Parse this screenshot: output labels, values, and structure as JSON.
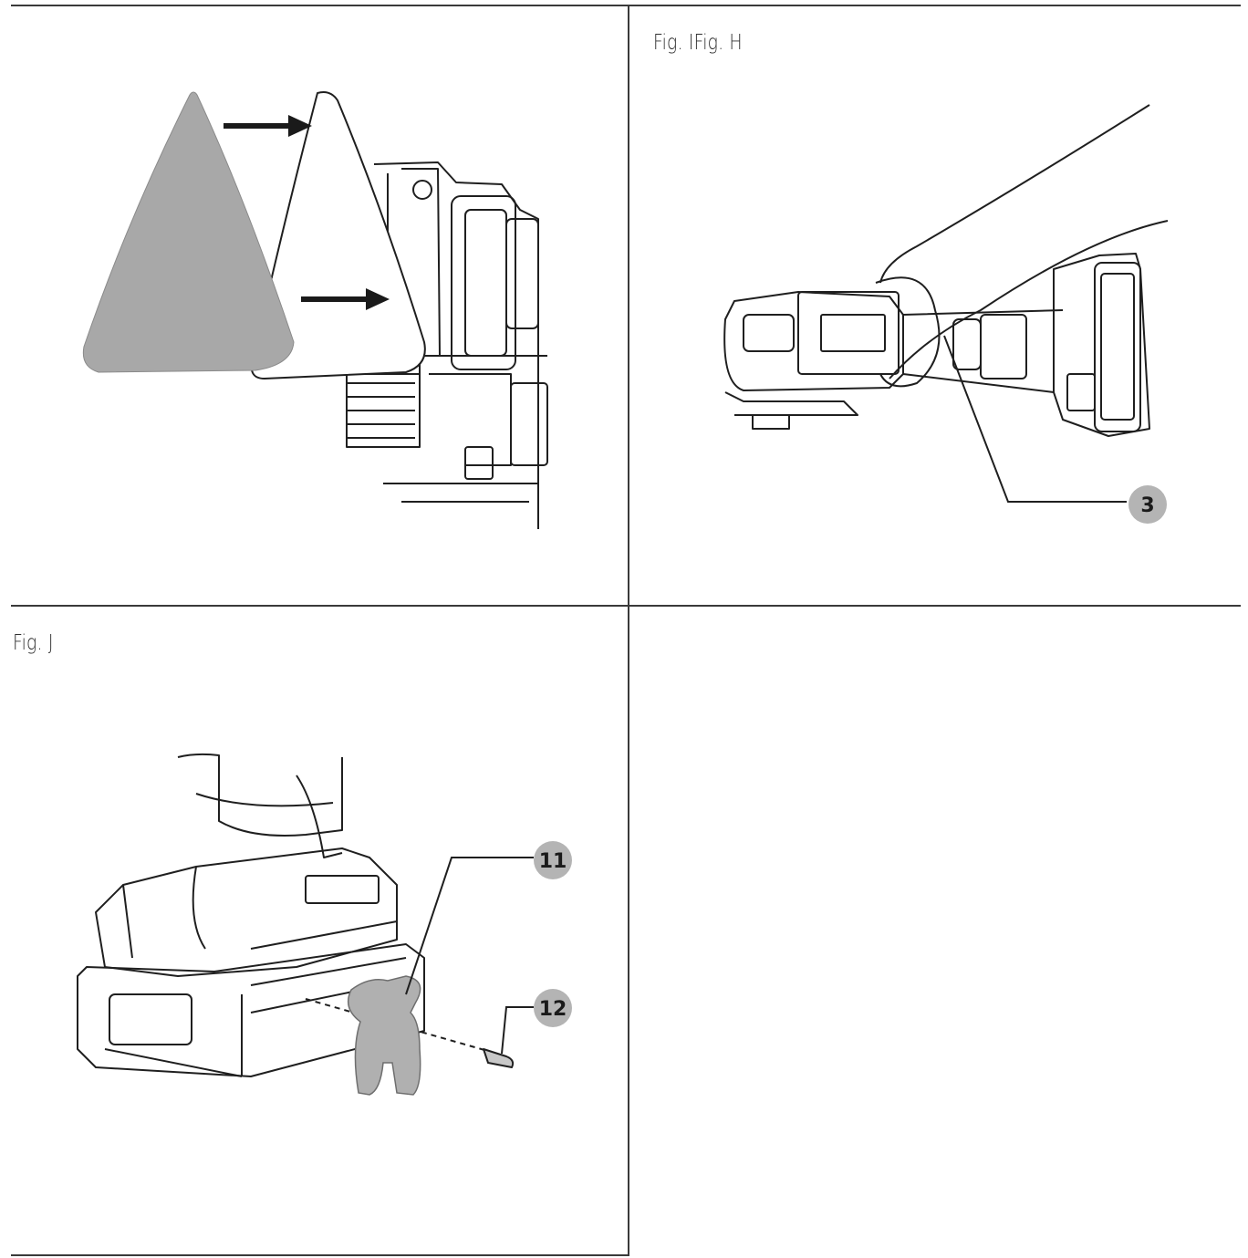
{
  "figures": {
    "top_right": {
      "label": "Fig. IFig. H",
      "callout": "3"
    },
    "bottom_left": {
      "label": "Fig. J",
      "callouts": [
        "11",
        "12"
      ]
    }
  },
  "colors": {
    "rule": "#3a3a3a",
    "pad_fill": "#a8a8a8",
    "callout_circle": "#b4b4b4",
    "line_art": "#1f1f1f"
  }
}
